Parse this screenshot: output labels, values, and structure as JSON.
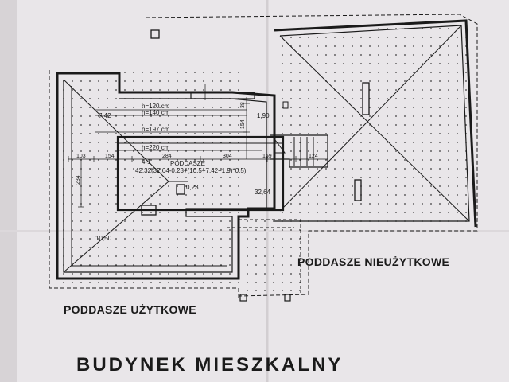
{
  "title": "BUDYNEK MIESZKALNY",
  "labels": {
    "used_attic": "PODDASZE UŻYTKOWE",
    "unused_attic": "PODDASZE NIEUŻYTKOWE"
  },
  "room": {
    "number": "4-1",
    "name": "PODDASZE",
    "area_formula": "42,32(32,64-0,23+(10,5+7,42+1,9)*0,5)"
  },
  "heights": [
    "h=120 cm",
    "h=140 cm",
    "h=197 cm",
    "h=220 cm"
  ],
  "areas": [
    "7,42",
    "1,90",
    "0,23",
    "32,64",
    "10,50"
  ],
  "dimensions": {
    "d103": "103",
    "d154a": "154",
    "d284": "284",
    "d304": "304",
    "d159": "159",
    "d124": "124",
    "d234": "234",
    "d38": "38",
    "d154b": "154"
  },
  "colors": {
    "paper": "#e9e6e9",
    "ink": "#1a1a1a",
    "backing": "#c9c6c8"
  }
}
